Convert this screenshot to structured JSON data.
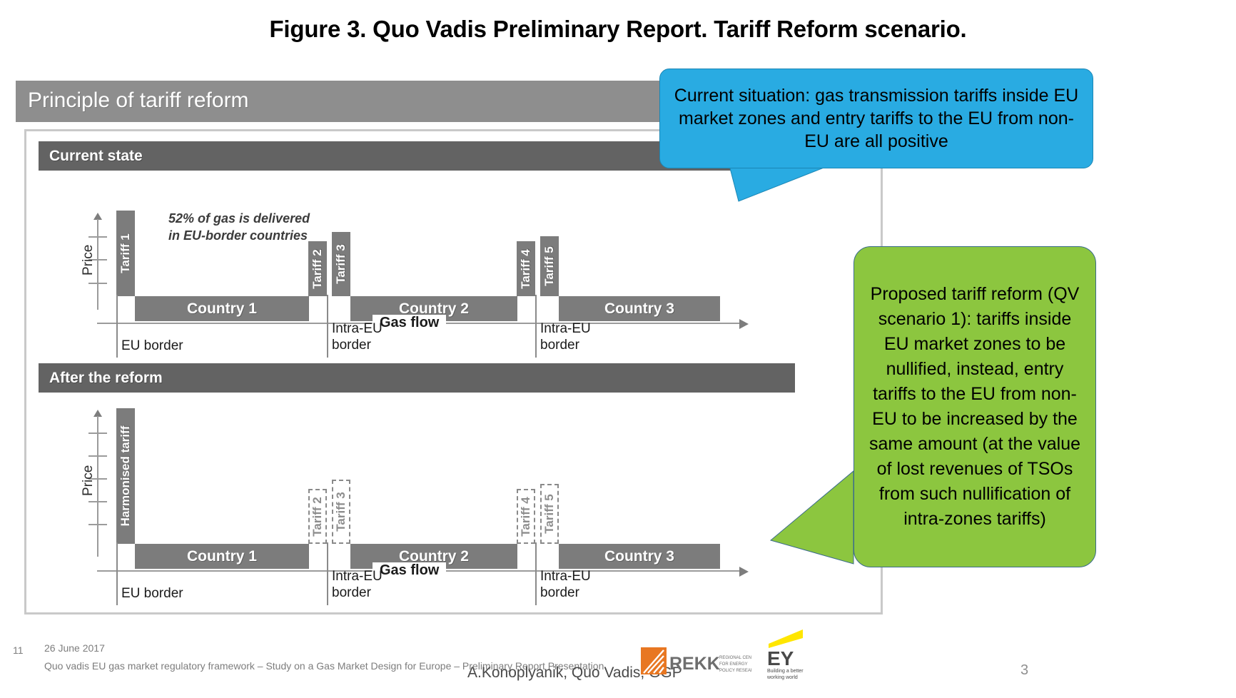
{
  "figure": {
    "caption": "Figure 3. Quo Vadis Preliminary Report. Tariff Reform scenario."
  },
  "slide": {
    "header_title": "Principle of tariff reform",
    "sections": [
      {
        "label": "Current state"
      },
      {
        "label": "After the reform"
      }
    ],
    "annotation": "52% of gas is delivered\nin EU-border countries",
    "annotation_line1": "52% of gas is delivered",
    "annotation_line2": "in EU-border countries",
    "axis": {
      "price_label": "Price",
      "flow_label": "Gas flow"
    },
    "current_state": {
      "tariffs": [
        {
          "label": "Tariff 1",
          "style": "solid"
        },
        {
          "label": "Tariff 2",
          "style": "solid"
        },
        {
          "label": "Tariff 3",
          "style": "solid"
        },
        {
          "label": "Tariff 4",
          "style": "solid"
        },
        {
          "label": "Tariff 5",
          "style": "solid"
        }
      ],
      "countries": [
        {
          "label": "Country 1"
        },
        {
          "label": "Country 2"
        },
        {
          "label": "Country 3"
        }
      ],
      "borders": [
        {
          "label_line1": "EU border",
          "label_line2": ""
        },
        {
          "label_line1": "Intra-EU",
          "label_line2": "border"
        },
        {
          "label_line1": "Intra-EU",
          "label_line2": "border"
        }
      ]
    },
    "after_reform": {
      "tariffs": [
        {
          "label": "Harmonised tariff",
          "style": "solid"
        },
        {
          "label": "Tariff 2",
          "style": "dashed"
        },
        {
          "label": "Tariff 3",
          "style": "dashed"
        },
        {
          "label": "Tariff 4",
          "style": "dashed"
        },
        {
          "label": "Tariff 5",
          "style": "dashed"
        }
      ],
      "countries": [
        {
          "label": "Country 1"
        },
        {
          "label": "Country 2"
        },
        {
          "label": "Country 3"
        }
      ],
      "borders": [
        {
          "label_line1": "EU border",
          "label_line2": ""
        },
        {
          "label_line1": "Intra-EU",
          "label_line2": "border"
        },
        {
          "label_line1": "Intra-EU",
          "label_line2": "border"
        }
      ]
    }
  },
  "callouts": {
    "blue": {
      "text": "Current situation: gas transmission tariffs inside EU market zones and entry tariffs to the EU from non-EU are all positive",
      "color": "#29ABE2"
    },
    "green": {
      "text": "Proposed tariff reform (QV scenario 1): tariffs inside EU market zones to be nullified, instead, entry tariffs to the EU from non-EU to be increased by the same amount (at the value of lost revenues of TSOs from such nullification of intra-zones tariffs)",
      "color": "#8CC63F"
    }
  },
  "footer": {
    "page_marker": "11",
    "date": "26 June 2017",
    "subtitle": "Quo vadis EU gas market regulatory framework – Study on a Gas Market Design for Europe – Preliminary Report Presentation",
    "author": "A.Konoplyanik, Quo Vadis, GGP",
    "slide_number": "3",
    "logos": [
      {
        "name": "REKK",
        "tagline": "REGIONAL CENTRE FOR ENERGY POLICY RESEARCH"
      },
      {
        "name": "EY",
        "tagline": "Building a better working world"
      }
    ]
  },
  "chart_data": {
    "type": "bar",
    "title": "Principle of tariff reform",
    "xlabel": "Gas flow",
    "ylabel": "Price",
    "panels": [
      {
        "name": "Current state",
        "categories": [
          "Tariff 1",
          "Tariff 2",
          "Tariff 3",
          "Tariff 4",
          "Tariff 5"
        ],
        "values": [
          1.0,
          0.62,
          0.78,
          0.62,
          0.7
        ],
        "note": "All tariffs positive; 52% of gas is delivered in EU-border countries",
        "zones": [
          "Country 1",
          "Country 2",
          "Country 3"
        ],
        "boundaries": [
          "EU border",
          "Intra-EU border",
          "Intra-EU border"
        ]
      },
      {
        "name": "After the reform",
        "categories": [
          "Harmonised tariff",
          "Tariff 2",
          "Tariff 3",
          "Tariff 4",
          "Tariff 5"
        ],
        "values": [
          1.0,
          0.0,
          0.0,
          0.0,
          0.0
        ],
        "note": "Intra-EU tariffs nullified (shown dashed); entry tariff harmonised and increased",
        "zones": [
          "Country 1",
          "Country 2",
          "Country 3"
        ],
        "boundaries": [
          "EU border",
          "Intra-EU border",
          "Intra-EU border"
        ]
      }
    ],
    "grid": false,
    "legend": "none"
  }
}
